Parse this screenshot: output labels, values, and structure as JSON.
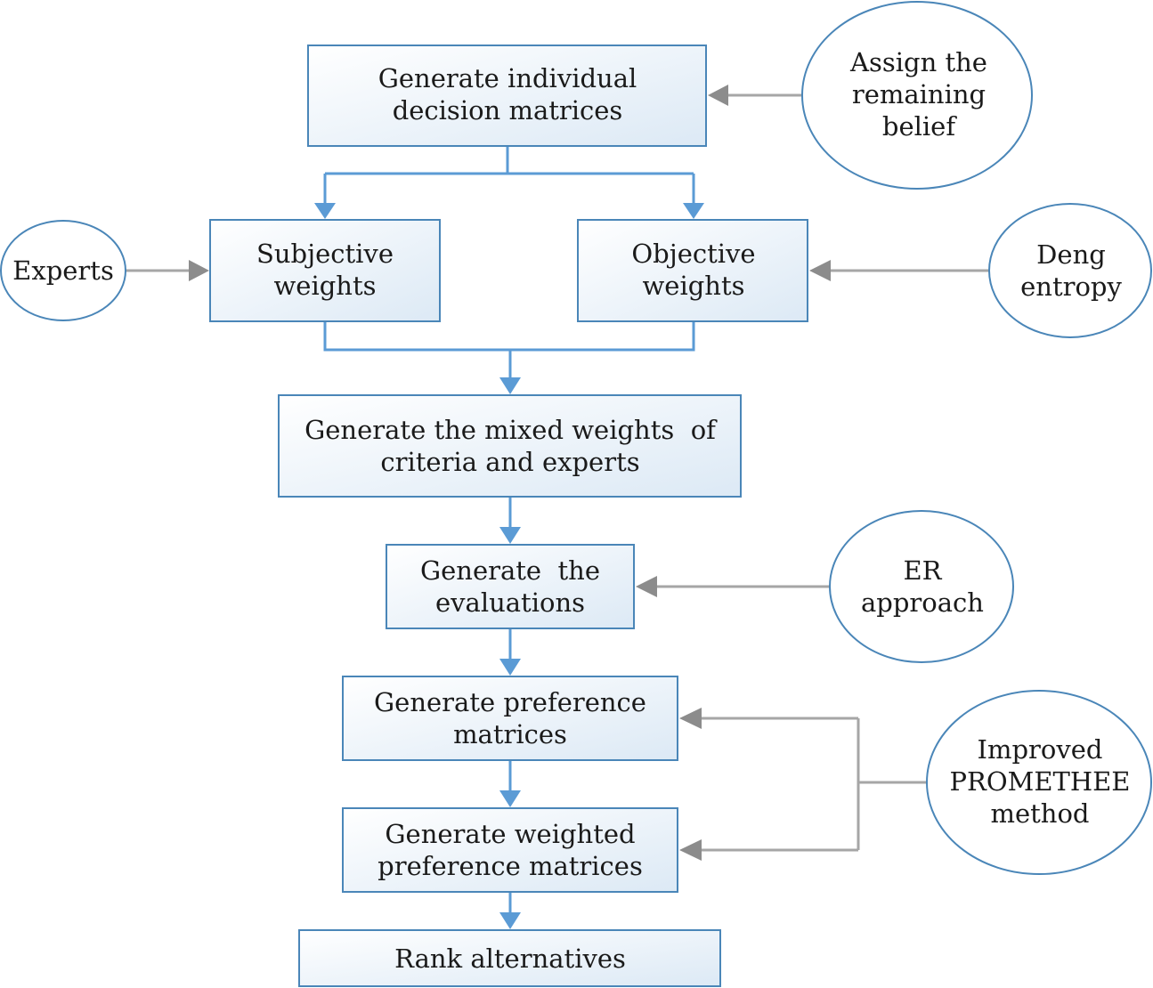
{
  "nodes": {
    "individual_matrices": [
      "Generate individual",
      "decision matrices"
    ],
    "subjective_weights": [
      "Subjective",
      "weights"
    ],
    "objective_weights": [
      "Objective",
      "weights"
    ],
    "mixed_weights": [
      "Generate the mixed weights  of",
      "criteria and experts"
    ],
    "evaluations": [
      "Generate  the",
      "evaluations"
    ],
    "preference_matrices": [
      "Generate preference",
      "matrices"
    ],
    "weighted_preference_matrices": [
      "Generate weighted",
      "preference matrices"
    ],
    "rank_alternatives": [
      "Rank alternatives"
    ]
  },
  "sources": {
    "remaining_belief": [
      "Assign the",
      "remaining",
      "belief"
    ],
    "experts": [
      "Experts"
    ],
    "deng_entropy": [
      "Deng",
      "entropy"
    ],
    "er_approach": [
      "ER",
      "approach"
    ],
    "promethee": [
      "Improved",
      "PROMETHEE",
      "method"
    ]
  },
  "colors": {
    "box_border": "#4a86b8",
    "box_fill_top": "#ffffff",
    "box_fill_bottom": "#dce9f5",
    "flow_arrow": "#5b9bd5",
    "input_arrow": "#8c8c8c"
  }
}
